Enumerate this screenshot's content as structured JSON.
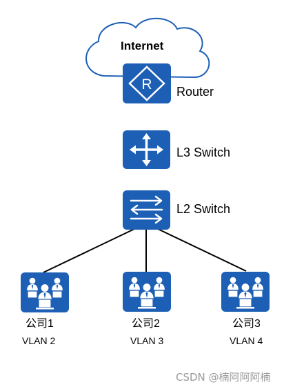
{
  "cloud": {
    "label": "Internet"
  },
  "devices": {
    "router": {
      "label": "Router",
      "icon": "router-icon"
    },
    "l3_switch": {
      "label": "L3 Switch",
      "icon": "l3-switch-icon"
    },
    "l2_switch": {
      "label": "L2 Switch",
      "icon": "l2-switch-icon"
    }
  },
  "groups": [
    {
      "company": "公司1",
      "vlan": "VLAN 2",
      "icon": "user-group-icon"
    },
    {
      "company": "公司2",
      "vlan": "VLAN 3",
      "icon": "user-group-icon"
    },
    {
      "company": "公司3",
      "vlan": "VLAN 4",
      "icon": "user-group-icon"
    }
  ],
  "watermark": "CSDN @楠阿阿阿楠",
  "colors": {
    "device_blue": "#1d5fb5",
    "line": "#000000",
    "cloud_stroke": "#1d5fb5",
    "watermark": "#9a9a9a"
  }
}
